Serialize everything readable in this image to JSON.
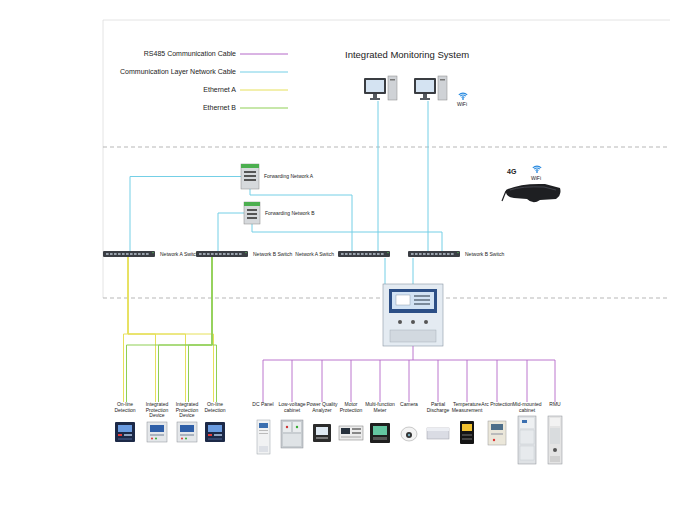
{
  "diagram": {
    "title": "Integrated Monitoring System",
    "nodes": [
      {
        "text": [
          "Forwarding Network A"
        ]
      },
      {
        "text": [
          "Forwarding Network B"
        ]
      },
      {
        "text": [
          "Network A Switch"
        ]
      },
      {
        "text": [
          "Network B Switch"
        ]
      },
      {
        "text": [
          "Network A Switch"
        ]
      },
      {
        "text": [
          "Network B Switch"
        ]
      },
      {
        "text": [
          "On-line Detection"
        ]
      },
      {
        "text": [
          "Integrated Protection Device"
        ]
      },
      {
        "text": [
          "Integrated Protection Device"
        ]
      },
      {
        "text": [
          "On-line Detection"
        ]
      },
      {
        "text": [
          "DC Panel"
        ]
      },
      {
        "text": [
          "Low-voltage cabinet"
        ]
      },
      {
        "text": [
          "Power Quality Analyzer"
        ]
      },
      {
        "text": [
          "Motor Protection"
        ]
      },
      {
        "text": [
          "Multi-function Meter"
        ]
      },
      {
        "text": [
          "Camera"
        ]
      },
      {
        "text": [
          "Partial Discharge"
        ]
      },
      {
        "text": [
          "Temperature Measurement"
        ]
      },
      {
        "text": [
          "Arc Protection"
        ]
      },
      {
        "text": [
          "Mid-mounted cabinet"
        ]
      },
      {
        "text": [
          "RMU"
        ]
      }
    ],
    "edges": [
      {
        "from": 0,
        "to": 2,
        "arrow": "none"
      },
      {
        "from": 0,
        "to": 4,
        "arrow": "none"
      },
      {
        "from": 1,
        "to": 3,
        "arrow": "none"
      },
      {
        "from": 1,
        "to": 5,
        "arrow": "none"
      },
      {
        "from": 2,
        "to": 6,
        "arrow": "none"
      },
      {
        "from": 2,
        "to": 7,
        "arrow": "none"
      },
      {
        "from": 2,
        "to": 8,
        "arrow": "none"
      },
      {
        "from": 2,
        "to": 9,
        "arrow": "none"
      },
      {
        "from": 3,
        "to": 6,
        "arrow": "none"
      },
      {
        "from": 3,
        "to": 7,
        "arrow": "none"
      },
      {
        "from": 3,
        "to": 8,
        "arrow": "none"
      },
      {
        "from": 3,
        "to": 9,
        "arrow": "none"
      }
    ],
    "labels": [
      "WiFi",
      "4G",
      "WiFi"
    ],
    "legend": [
      {
        "text": "RS485 Communication Cable"
      },
      {
        "text": "Communication Layer Network Cable"
      },
      {
        "text": "Ethernet A"
      },
      {
        "text": "Ethernet B"
      }
    ]
  }
}
